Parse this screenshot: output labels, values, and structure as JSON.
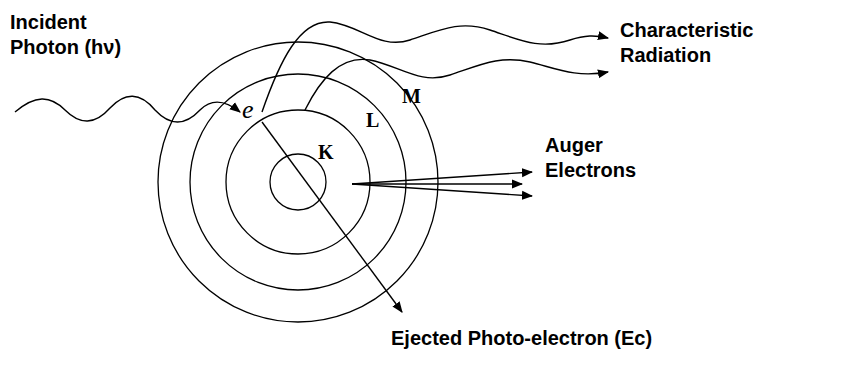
{
  "diagram": {
    "labels": [
      "Incident Photon (hν)",
      "Characteristic Radiation",
      "Auger Electrons",
      "Ejected Photo-electron (Ec)",
      "e",
      "K",
      "L",
      "M"
    ]
  }
}
